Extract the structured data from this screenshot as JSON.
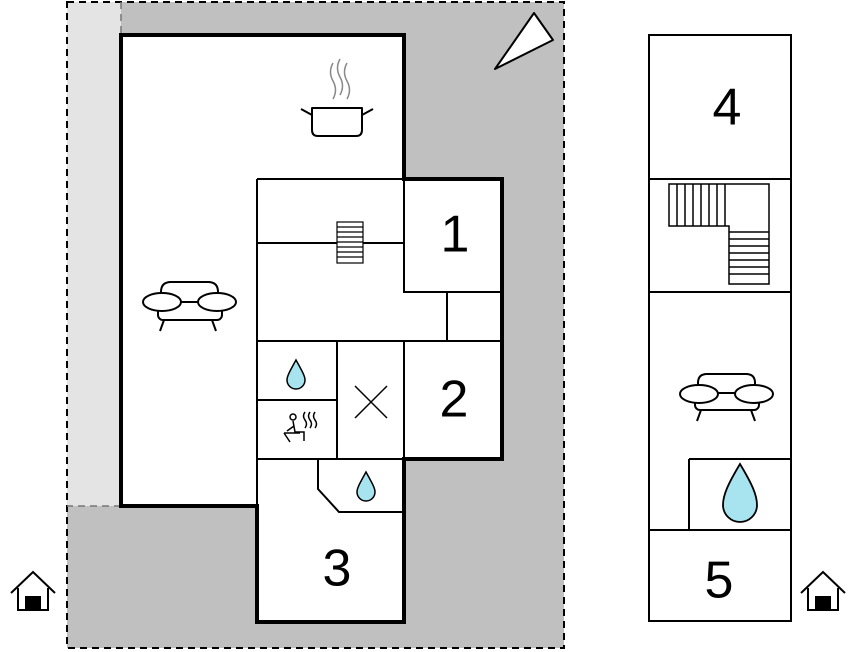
{
  "rooms": {
    "room_1": "1",
    "room_2": "2",
    "room_3": "3",
    "room_4": "4",
    "room_5": "5"
  },
  "colors": {
    "outdoor_area": "#c0c0c0",
    "light_area": "#e4e4e4",
    "wall": "#000000",
    "water": "#a8e4f0"
  },
  "icons": [
    "kitchen-pot-icon",
    "sofa-icon",
    "stairs-icon",
    "water-drop-icon",
    "sauna-icon",
    "cross-icon",
    "compass-arrow-icon",
    "house-entrance-icon"
  ]
}
